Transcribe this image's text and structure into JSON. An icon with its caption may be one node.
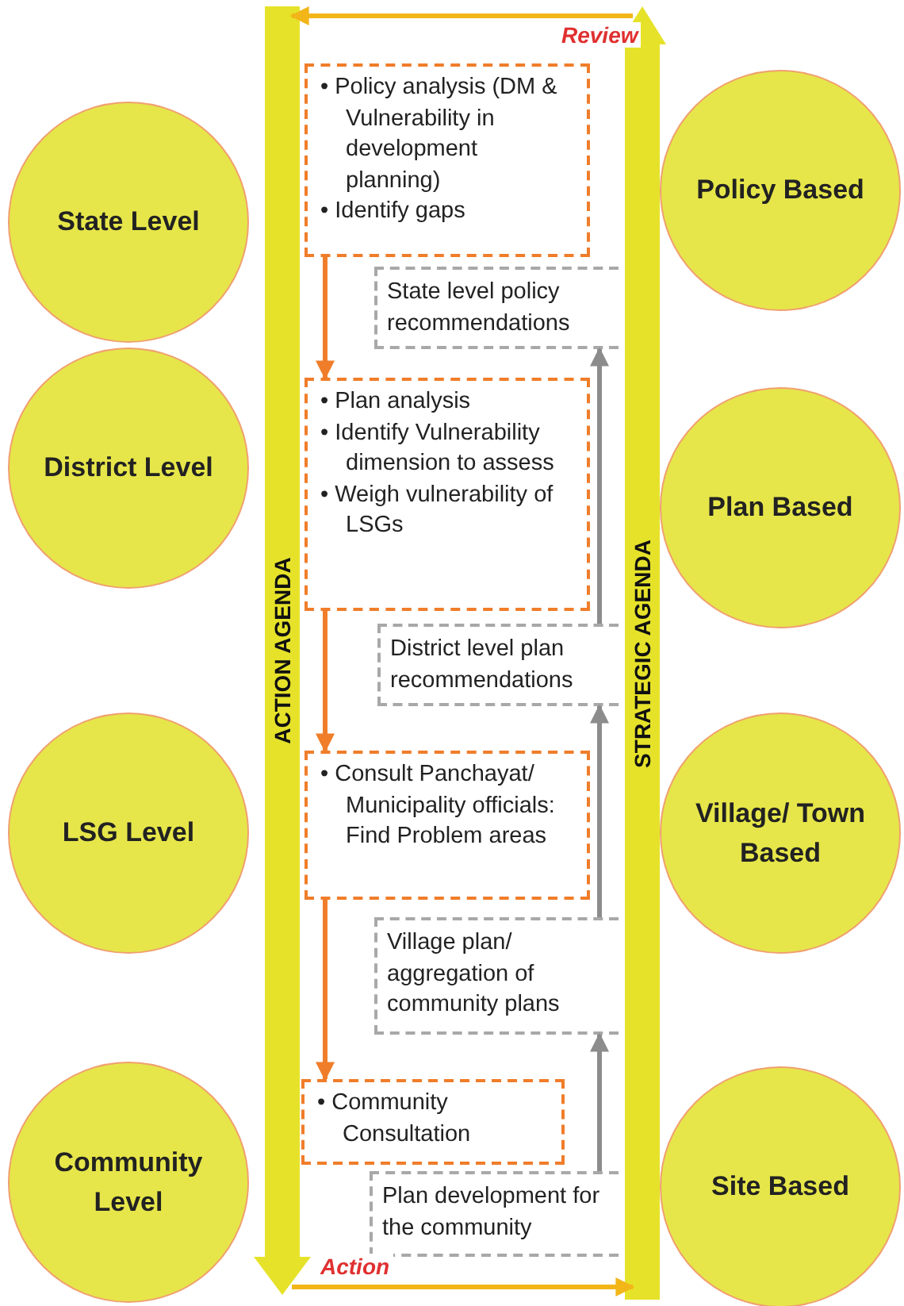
{
  "diagram": {
    "nodes": [
      {
        "text": [
          "State Level"
        ]
      },
      {
        "text": [
          "District Level"
        ]
      },
      {
        "text": [
          "LSG Level"
        ]
      },
      {
        "text": [
          "Community Level"
        ]
      },
      {
        "text": [
          "ACTION AGENDA"
        ]
      },
      {
        "text": [
          "• Policy analysis (DM & Vulnerability in development planning)",
          "• Identify gaps"
        ]
      },
      {
        "text": [
          "State level policy recommendations"
        ]
      },
      {
        "text": [
          "• Plan analysis",
          "• Identify Vulnerability dimension to assess",
          "• Weigh vulnerability of LSGs"
        ]
      },
      {
        "text": [
          "District level plan recommendations"
        ]
      },
      {
        "text": [
          "• Consult Panchayat/ Municipality officials: Find Problem areas"
        ]
      },
      {
        "text": [
          "Village plan/ aggregation of community plans"
        ]
      },
      {
        "text": [
          "• Community Consultation"
        ]
      },
      {
        "text": [
          "Plan development for the community"
        ]
      },
      {
        "text": [
          "STRATEGIC AGENDA"
        ]
      },
      {
        "text": [
          "Policy Based"
        ]
      },
      {
        "text": [
          "Plan Based"
        ]
      },
      {
        "text": [
          "Village/ Town Based"
        ]
      },
      {
        "text": [
          "Site Based"
        ]
      }
    ],
    "edges": [
      {
        "from": 5,
        "to": 7,
        "arrow": "to"
      },
      {
        "from": 7,
        "to": 9,
        "arrow": "to"
      },
      {
        "from": 9,
        "to": 11,
        "arrow": "to"
      },
      {
        "from": 12,
        "to": 10,
        "arrow": "to",
        "color": "#8c8c8c"
      },
      {
        "from": 10,
        "to": 8,
        "arrow": "to",
        "color": "#8c8c8c"
      },
      {
        "from": 8,
        "to": 6,
        "arrow": "to",
        "color": "#8c8c8c"
      },
      {
        "from": 13,
        "to": 4,
        "arrow": "to",
        "label": "Review",
        "color": "#f2b619"
      },
      {
        "from": 4,
        "to": 13,
        "arrow": "to",
        "label": "Action",
        "color": "#f2b619"
      }
    ]
  }
}
